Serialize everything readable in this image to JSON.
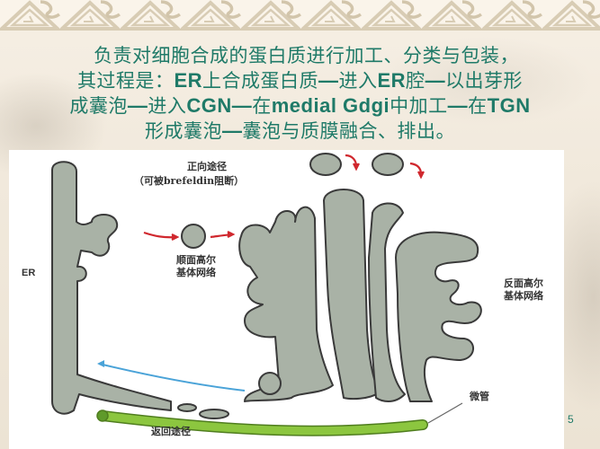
{
  "slide": {
    "page_number": "5",
    "text_color": "#1f7a68",
    "title_lines": [
      {
        "parts": [
          {
            "t": "负责对细胞合成的蛋白质进行加工、分类与包装，",
            "b": false
          }
        ]
      },
      {
        "parts": [
          {
            "t": "其过程是：",
            "b": false
          },
          {
            "t": "ER",
            "b": true
          },
          {
            "t": "上合成蛋白质",
            "b": false
          },
          {
            "t": "—",
            "b": true
          },
          {
            "t": "进入",
            "b": false
          },
          {
            "t": "ER",
            "b": true
          },
          {
            "t": "腔",
            "b": false
          },
          {
            "t": "—",
            "b": true
          },
          {
            "t": "以出芽形",
            "b": false
          }
        ]
      },
      {
        "parts": [
          {
            "t": "成囊泡",
            "b": false
          },
          {
            "t": "—",
            "b": true
          },
          {
            "t": "进入",
            "b": false
          },
          {
            "t": "CGN—",
            "b": true
          },
          {
            "t": "在",
            "b": false
          },
          {
            "t": "medial Gdgi",
            "b": true
          },
          {
            "t": "中加工",
            "b": false
          },
          {
            "t": "—",
            "b": true
          },
          {
            "t": "在",
            "b": false
          },
          {
            "t": "TGN",
            "b": true
          }
        ]
      },
      {
        "parts": [
          {
            "t": "形成囊泡",
            "b": false
          },
          {
            "t": "—",
            "b": true
          },
          {
            "t": "囊泡与质膜融合、排出。",
            "b": false
          }
        ]
      }
    ]
  },
  "diagram": {
    "labels": {
      "forward_pathway": "正向途径",
      "forward_note": "（可被brefeldin阻断）",
      "er": "ER",
      "cis_golgi_line1": "顺面高尔",
      "cis_golgi_line2": "基体网络",
      "trans_golgi_line1": "反面高尔",
      "trans_golgi_line2": "基体网络",
      "microtubule": "微管",
      "retrograde_pathway": "返回途径"
    },
    "colors": {
      "organelle_fill": "#a9b2a6",
      "outline": "#3a3a3a",
      "forward_arrow": "#d0282e",
      "retrograde_arrow": "#4aa3d8",
      "microtubule": "#8cc63f",
      "microtubule_dark": "#4f7d1e"
    }
  }
}
